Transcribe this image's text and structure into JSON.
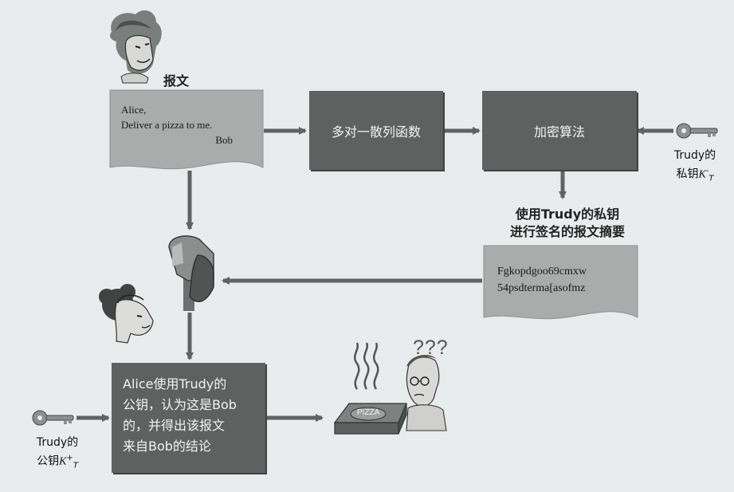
{
  "message_label": "报文",
  "message": {
    "line1": "Alice,",
    "line2": "Deliver a pizza to me.",
    "signoff": "Bob"
  },
  "hash_box": "多对一散列函数",
  "encrypt_box": "加密算法",
  "trudy_private": {
    "name": "Trudy的",
    "key_label": "私钥",
    "key_symbol": "K",
    "key_sub": "T",
    "key_sup": "-"
  },
  "signed_digest_caption": {
    "line1": "使用Trudy的私钥",
    "line2": "进行签名的报文摘要"
  },
  "digest": {
    "line1": "Fgkopdgoo69cmxw",
    "line2": "54psdterma[asofmz"
  },
  "alice_box": {
    "line1": "Alice使用Trudy的",
    "line2": "公钥，认为这是Bob",
    "line3": "的，并得出该报文",
    "line4": "来自Bob的结论"
  },
  "trudy_public": {
    "name": "Trudy的",
    "key_label": "公钥",
    "key_symbol": "K",
    "key_sub": "T",
    "key_sup": "+"
  },
  "pizza_label": "PIZZA",
  "confused_mark": "???",
  "colors": {
    "box_fill": "#5d6261",
    "doc_fill": "#a8acab",
    "arrow": "#5f6463",
    "background": "#e9ecec"
  }
}
